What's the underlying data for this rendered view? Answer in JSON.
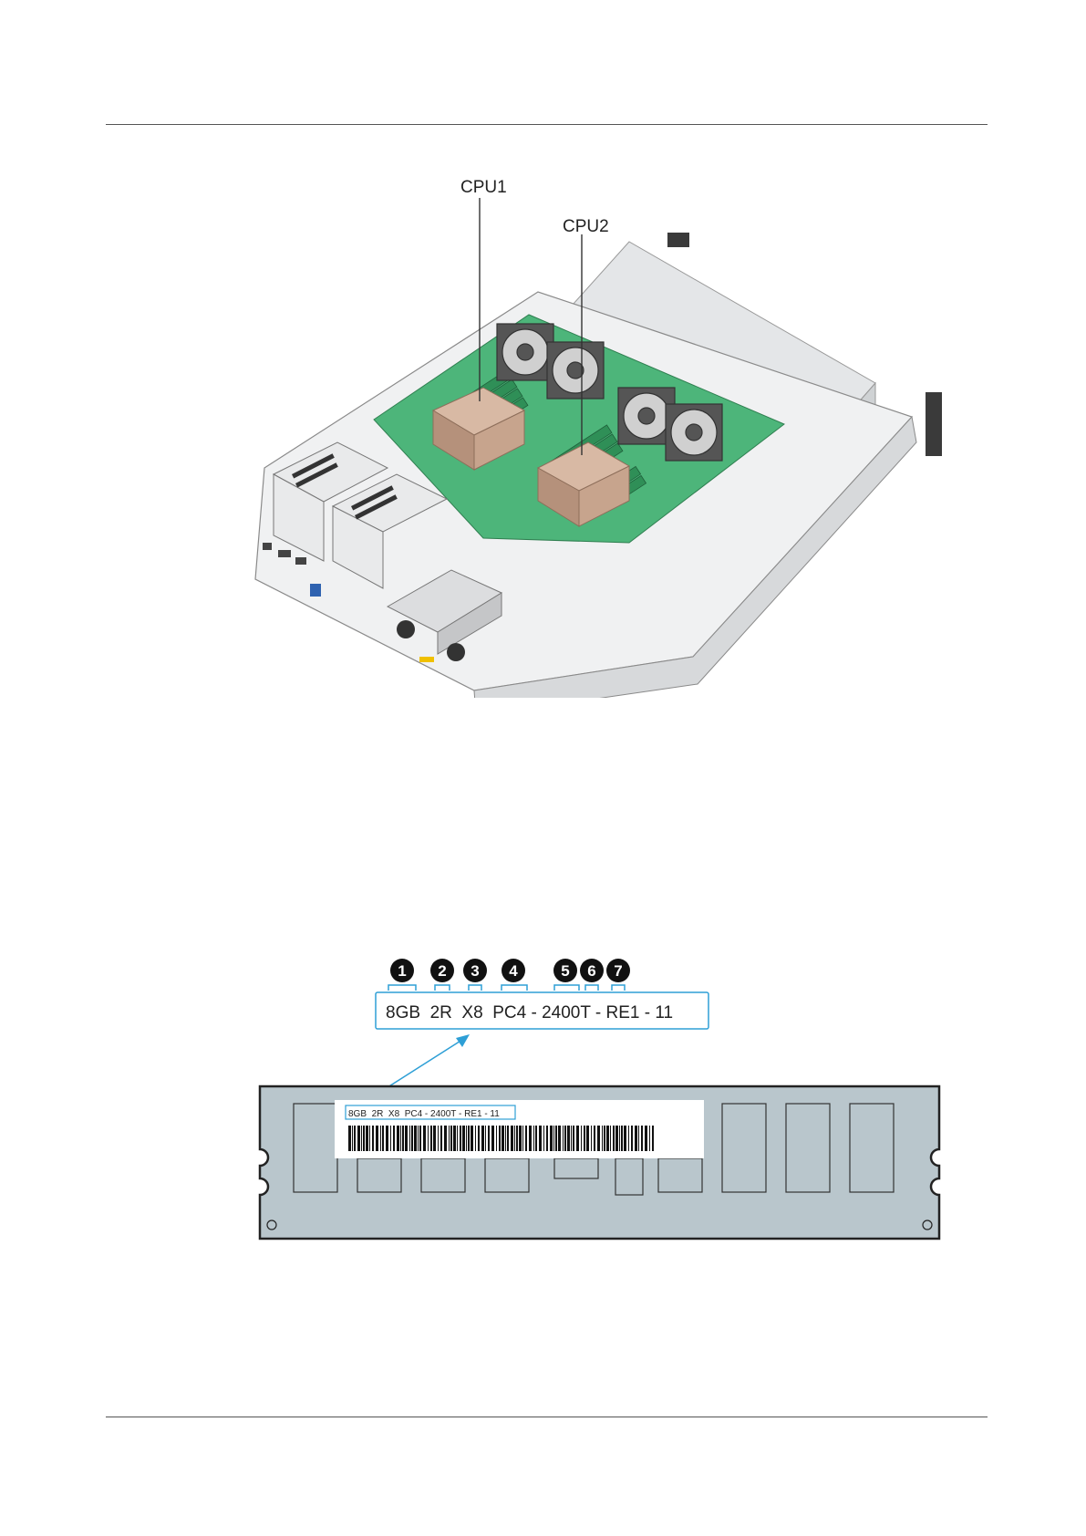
{
  "figure1": {
    "cpu1_label": "CPU1",
    "cpu2_label": "CPU2"
  },
  "figure2": {
    "callouts": [
      "1",
      "2",
      "3",
      "4",
      "5",
      "6",
      "7"
    ],
    "label_parts": [
      "8GB",
      "2R",
      "X8",
      "PC4 - 2400T - RE1 - 11"
    ],
    "label_text": "8GB  2R  X8  PC4 - 2400T - RE1 - 11",
    "small_label_text": "8GB  2R  X8  PC4 - 2400T - RE1 - 11"
  },
  "colors": {
    "accent": "#2e9fd6",
    "pcb": "#b9c6cc",
    "board_green": "#4db57a"
  }
}
